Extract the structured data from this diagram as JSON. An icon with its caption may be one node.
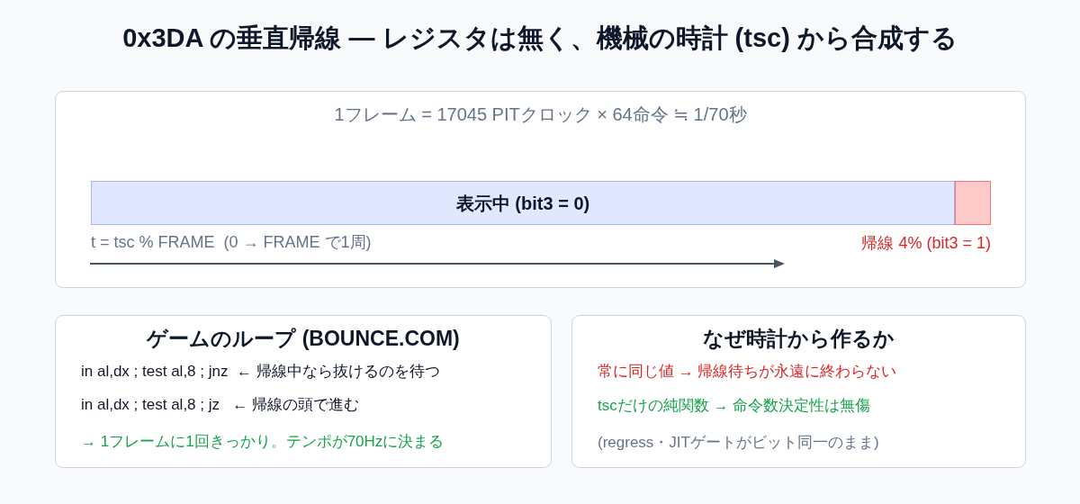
{
  "diagram": {
    "title": "0x3DA の垂直帰線 — レジスタは無く、機械の時計 (tsc) から合成する",
    "nodes": [
      {
        "text": [
          "1フレーム = 17045 PITクロック × 64命令 ≒ 1/70秒"
        ]
      },
      {
        "text": [
          "表示中 (bit3 = 0)"
        ],
        "in": 0,
        "beside": [
          "t = tsc % FRAME  (0 → FRAME で1周)"
        ]
      },
      {
        "text": [],
        "shape": "box",
        "in": 0,
        "beside": [
          "帰線 4% (bit3 = 1)"
        ]
      },
      {
        "text": [
          "ゲームのループ (BOUNCE.COM)",
          "in al,dx ; test al,8 ; jnz  ← 帰線中なら抜けるのを待つ",
          "in al,dx ; test al,8 ; jz   ← 帰線の頭で進む",
          "→ 1フレームに1回きっかり。テンポが70Hzに決まる"
        ]
      },
      {
        "text": [
          "なぜ時計から作るか",
          "常に同じ値 → 帰線待ちが永遠に終わらない",
          "tscだけの純関数 → 命令数決定性は無傷",
          "(regress・JITゲートがビット同一のまま)"
        ]
      }
    ]
  }
}
